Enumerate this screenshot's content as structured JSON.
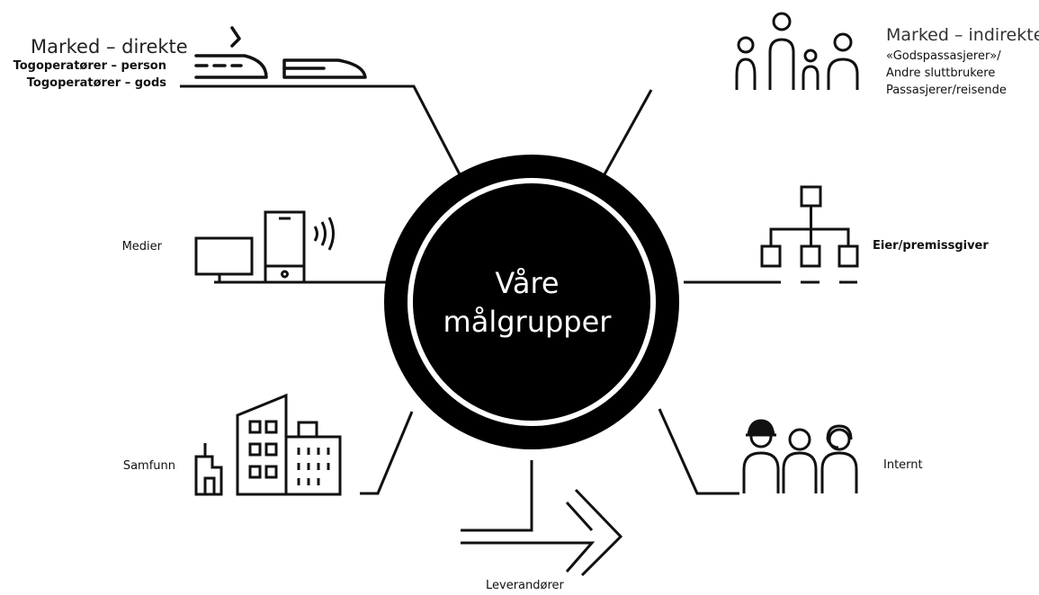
{
  "center": {
    "line1": "Våre",
    "line2": "målgrupper"
  },
  "groups": {
    "marked_direkte": {
      "title": "Marked – direkte",
      "lines": [
        "Togoperatører – person",
        "Togoperatører – gods"
      ]
    },
    "marked_indirekte": {
      "title": "Marked – indirekte",
      "lines": [
        "«Godspassasjerer»/",
        "Andre sluttbrukere",
        "Passasjerer/reisende"
      ]
    },
    "medier": {
      "label": "Medier"
    },
    "eier": {
      "label": "Eier/premissgiver"
    },
    "samfunn": {
      "label": "Samfunn"
    },
    "internt": {
      "label": "Internt"
    },
    "leverandorer": {
      "label": "Leverandører"
    }
  },
  "icons": [
    "train-icon",
    "people-icon",
    "devices-icon",
    "org-chart-icon",
    "buildings-icon",
    "workers-icon",
    "arrow-icon"
  ],
  "colors": {
    "ink": "#111111",
    "background": "#ffffff",
    "center_text": "#ffffff"
  }
}
